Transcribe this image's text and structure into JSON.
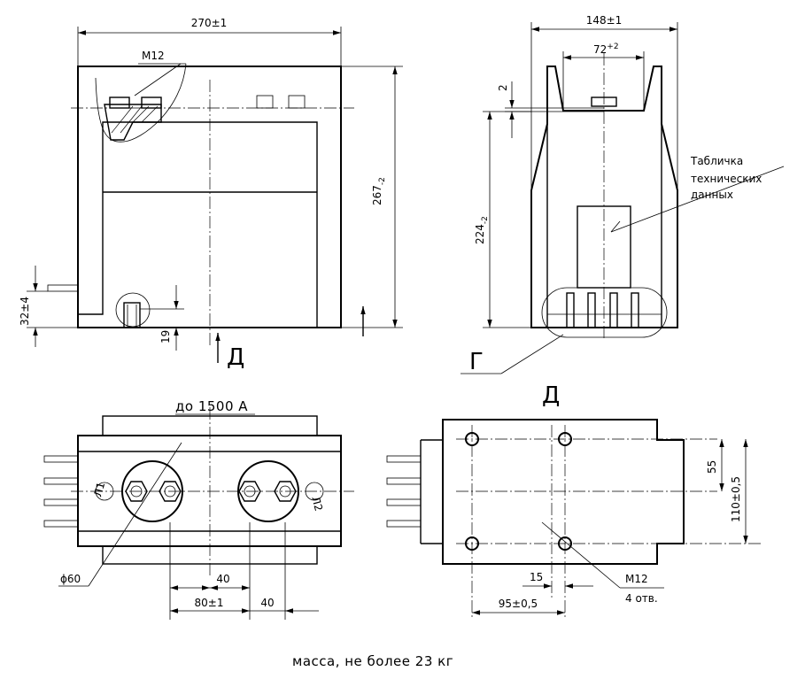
{
  "front_view": {
    "width_dim": "270±1",
    "height_dim": "267",
    "height_tol": "-2",
    "bolt_label": "M12",
    "offset_dim": "32±4",
    "small_dim": "19",
    "section_label": "Д"
  },
  "side_view": {
    "width_dim": "148±1",
    "inner_dim": "72",
    "inner_tol": "+2",
    "gap_dim": "2",
    "height_dim": "224",
    "height_tol": "-2",
    "plate_label_1": "Табличка",
    "plate_label_2": "технических",
    "plate_label_3": "данных",
    "detail_label": "Г"
  },
  "top_view": {
    "current_label": "до 1500 А",
    "terminal_1": "Л1",
    "terminal_2": "Л2",
    "diameter_dim": "ϕ60",
    "spacing_dim_1": "40",
    "spacing_dim_2": "80±1",
    "spacing_dim_3": "40"
  },
  "view_d": {
    "title": "Д",
    "dim_55": "55",
    "dim_110": "110±0,5",
    "dim_15": "15",
    "dim_95": "95±0,5",
    "hole_label": "M12",
    "hole_count": "4 отв."
  },
  "footer": {
    "mass_note": "масса, не более 23 кг"
  }
}
